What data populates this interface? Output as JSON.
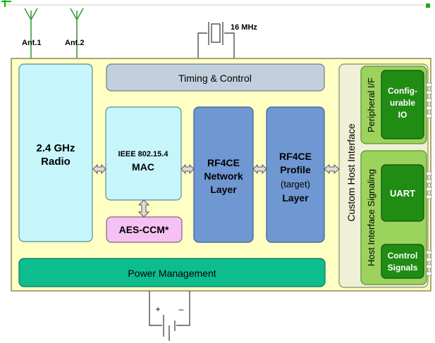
{
  "antennas": [
    "Ant.1",
    "Ant.2"
  ],
  "crystal_freq": "16 MHz",
  "blocks": {
    "radio": [
      "2.4 GHz",
      "Radio"
    ],
    "timing": "Timing & Control",
    "mac_line1": "IEEE 802.15.4",
    "mac_line2": "MAC",
    "network": [
      "RF4CE",
      "Network",
      "Layer"
    ],
    "profile": [
      "RF4CE",
      "Profile",
      "(target)",
      "Layer"
    ],
    "aes": "AES-CCM*",
    "power": "Power Management",
    "host": "Custom Host Interface",
    "peripheral": "Peripheral I/F",
    "configurable": [
      "Config-",
      "urable",
      "IO"
    ],
    "host_signaling": "Host Interface Signaling",
    "uart": "UART",
    "control": [
      "Control",
      "Signals"
    ]
  },
  "battery": {
    "plus": "+",
    "minus": "–"
  },
  "colors": {
    "chip": "#ffffc4",
    "radio": "#c6f5fb",
    "timing": "#c2cfdd",
    "layer": "#6f97d2",
    "aes": "#f4c1f2",
    "power": "#0dbd8d",
    "host": "#f0f0d8",
    "panel": "#9bd35c",
    "module": "#208c14",
    "antenna": "#2f9a2f"
  }
}
